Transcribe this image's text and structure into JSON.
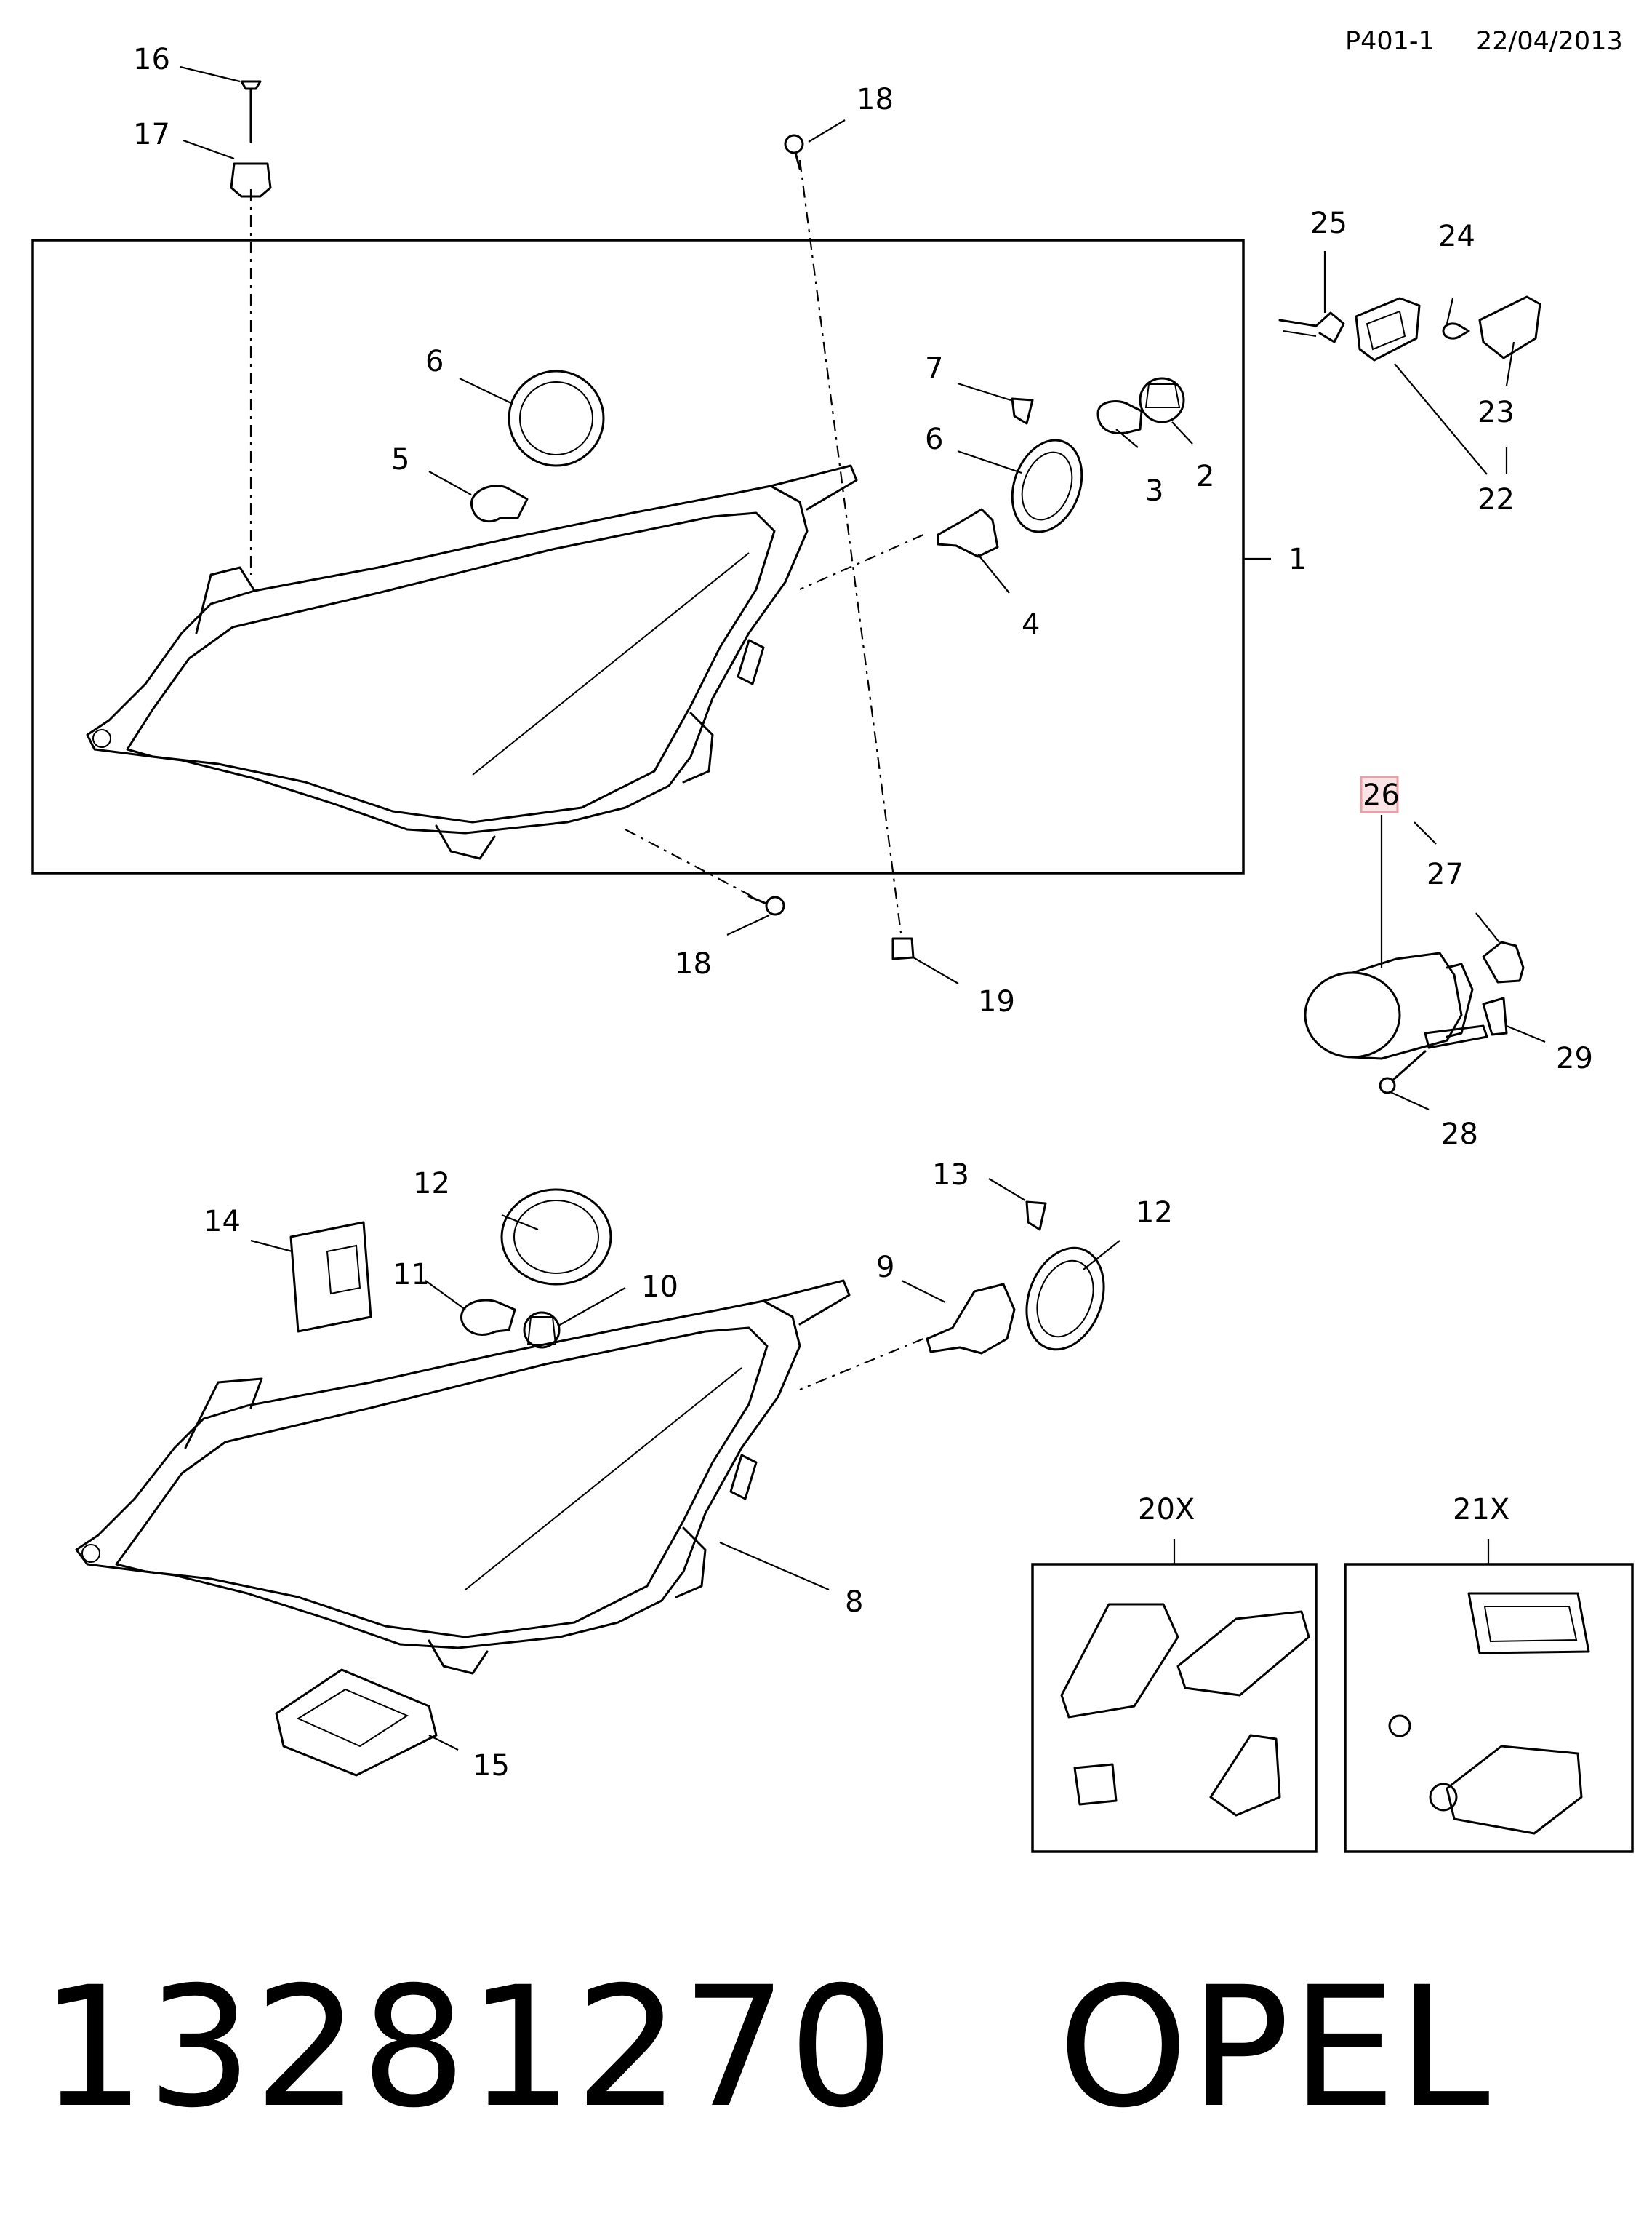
{
  "header": {
    "page_code": "P401-1",
    "date": "22/04/2013"
  },
  "callouts": {
    "c1": "1",
    "c2": "2",
    "c3": "3",
    "c4": "4",
    "c5": "5",
    "c6a": "6",
    "c6b": "6",
    "c7": "7",
    "c8": "8",
    "c9": "9",
    "c10": "10",
    "c11": "11",
    "c12a": "12",
    "c12b": "12",
    "c13": "13",
    "c14": "14",
    "c15": "15",
    "c16": "16",
    "c17": "17",
    "c18a": "18",
    "c18b": "18",
    "c19": "19",
    "c20x": "20X",
    "c21x": "21X",
    "c22": "22",
    "c23": "23",
    "c24": "24",
    "c25": "25",
    "c26": "26",
    "c27": "27",
    "c28": "28",
    "c29": "29"
  },
  "highlight": {
    "callout": "26",
    "color": "#e8a0a8",
    "fill": "#fbe3e6"
  },
  "footer": {
    "part_number": "13281270",
    "brand": "OPEL"
  }
}
